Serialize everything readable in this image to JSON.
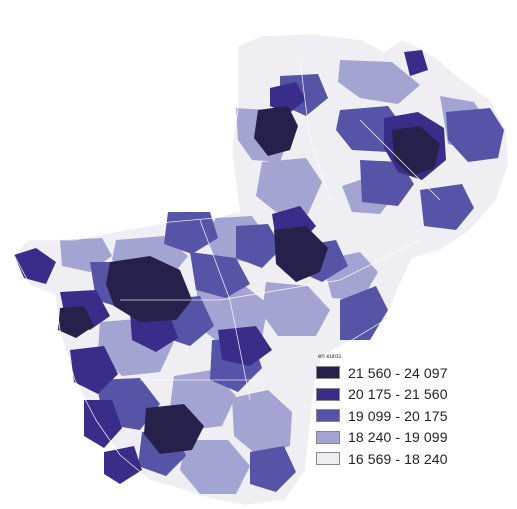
{
  "legend": {
    "unit": "en euros",
    "classes": [
      {
        "label": "21 560 - 24 097",
        "color": "#26214a"
      },
      {
        "label": "20 175 - 21 560",
        "color": "#3a2d8a"
      },
      {
        "label": "19 099 - 20 175",
        "color": "#5654a6"
      },
      {
        "label": "18 240 - 19 099",
        "color": "#a4a4d2"
      },
      {
        "label": "16 569 - 18 240",
        "color": "#eeeef3"
      }
    ]
  },
  "map": {
    "border_color": "#ffffff",
    "background_color": "#ffffff"
  }
}
